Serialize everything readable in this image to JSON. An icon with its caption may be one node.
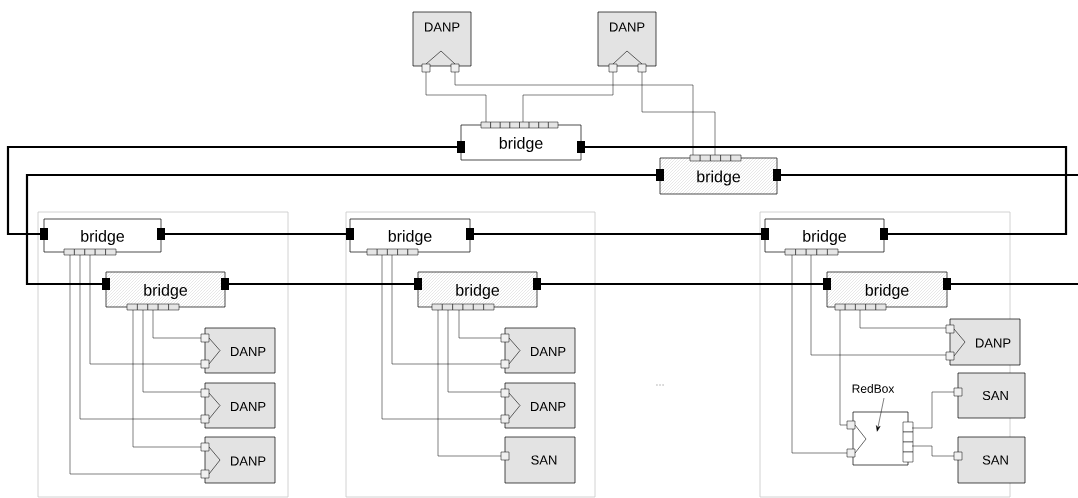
{
  "diagram": {
    "nodes": [
      {
        "text": [
          "DANP"
        ]
      },
      {
        "text": [
          "DANP"
        ]
      },
      {
        "text": [
          "bridge"
        ]
      },
      {
        "text": [
          "bridge"
        ]
      },
      {
        "text": [],
        "shape": "box"
      },
      {
        "text": [
          "bridge"
        ],
        "in": 4
      },
      {
        "text": [
          "bridge"
        ],
        "in": 4
      },
      {
        "text": [
          "DANP"
        ],
        "in": 4
      },
      {
        "text": [
          "DANP"
        ],
        "in": 4
      },
      {
        "text": [
          "DANP"
        ],
        "in": 4
      },
      {
        "text": [],
        "shape": "box"
      },
      {
        "text": [
          "bridge"
        ],
        "in": 10
      },
      {
        "text": [
          "bridge"
        ],
        "in": 10
      },
      {
        "text": [
          "DANP"
        ],
        "in": 10
      },
      {
        "text": [
          "DANP"
        ],
        "in": 10
      },
      {
        "text": [
          "SAN"
        ],
        "in": 10
      },
      {
        "text": [],
        "shape": "box"
      },
      {
        "text": [
          "bridge"
        ],
        "in": 16
      },
      {
        "text": [
          "bridge"
        ],
        "in": 16
      },
      {
        "text": [
          "DANP"
        ],
        "in": 16
      },
      {
        "text": [],
        "shape": "box",
        "in": 16
      },
      {
        "text": [
          "RedBox"
        ],
        "in": 16
      },
      {
        "text": [
          "SAN"
        ],
        "in": 16
      },
      {
        "text": [
          "SAN"
        ],
        "in": 16
      }
    ],
    "edges": [
      {
        "from": 0,
        "to": 2,
        "arrow": "none"
      },
      {
        "from": 1,
        "to": 2,
        "arrow": "none"
      },
      {
        "from": 0,
        "to": 3,
        "arrow": "none"
      },
      {
        "from": 1,
        "to": 3,
        "arrow": "none"
      },
      {
        "from": 2,
        "to": 5,
        "arrow": "none",
        "style": "thick"
      },
      {
        "from": 5,
        "to": 11,
        "arrow": "none",
        "style": "thick"
      },
      {
        "from": 11,
        "to": 17,
        "arrow": "none",
        "style": "thick"
      },
      {
        "from": 17,
        "to": 2,
        "arrow": "none",
        "style": "thick"
      },
      {
        "from": 3,
        "to": 6,
        "arrow": "none",
        "style": "thick"
      },
      {
        "from": 6,
        "to": 12,
        "arrow": "none",
        "style": "thick"
      },
      {
        "from": 12,
        "to": 18,
        "arrow": "none",
        "style": "thick"
      },
      {
        "from": 18,
        "to": null,
        "arrow": "none",
        "style": "thick"
      },
      {
        "from": 3,
        "to": null,
        "arrow": "none",
        "style": "thick"
      },
      {
        "from": 5,
        "to": 9,
        "arrow": "none"
      },
      {
        "from": 5,
        "to": 8,
        "arrow": "none"
      },
      {
        "from": 5,
        "to": 7,
        "arrow": "none"
      },
      {
        "from": 6,
        "to": 9,
        "arrow": "none"
      },
      {
        "from": 6,
        "to": 8,
        "arrow": "none"
      },
      {
        "from": 6,
        "to": 7,
        "arrow": "none"
      },
      {
        "from": 11,
        "to": 14,
        "arrow": "none"
      },
      {
        "from": 11,
        "to": 13,
        "arrow": "none"
      },
      {
        "from": 12,
        "to": 15,
        "arrow": "none"
      },
      {
        "from": 12,
        "to": 14,
        "arrow": "none"
      },
      {
        "from": 12,
        "to": 13,
        "arrow": "none"
      },
      {
        "from": 17,
        "to": 20,
        "arrow": "none"
      },
      {
        "from": 17,
        "to": 19,
        "arrow": "none"
      },
      {
        "from": 18,
        "to": 20,
        "arrow": "none"
      },
      {
        "from": 18,
        "to": 19,
        "arrow": "none"
      },
      {
        "from": 20,
        "to": 22,
        "arrow": "none"
      },
      {
        "from": 20,
        "to": 23,
        "arrow": "none"
      },
      {
        "from": 21,
        "to": 20,
        "arrow": "to"
      }
    ],
    "labels": [
      "..."
    ]
  }
}
